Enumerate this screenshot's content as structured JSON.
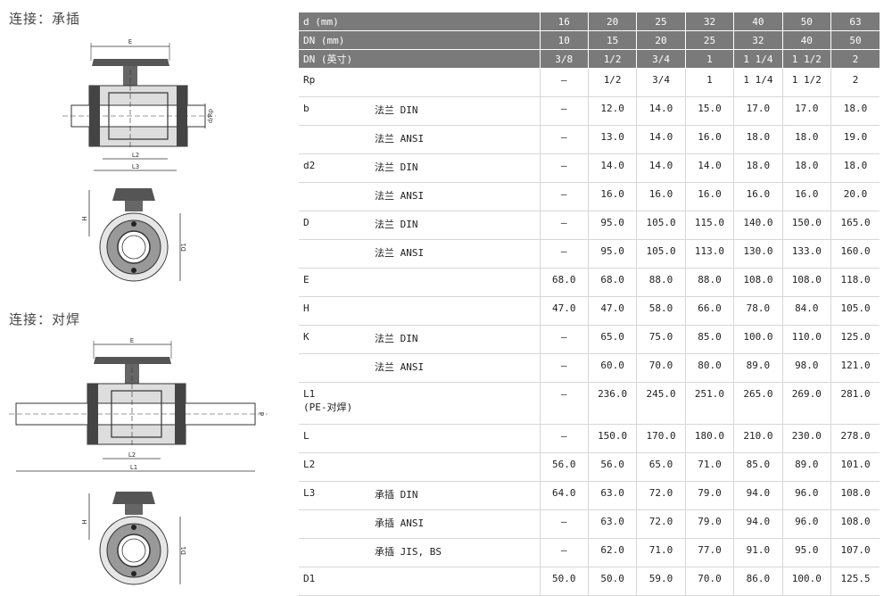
{
  "sections": {
    "socket_title": "连接：承插",
    "butt_title": "连接：对焊"
  },
  "drawing_labels": {
    "e": "E",
    "l2": "L2",
    "l3": "L3",
    "l1": "L1",
    "d_rp": "d/Rp",
    "d": "d",
    "h": "H",
    "d1": "D1"
  },
  "table": {
    "header_rows": [
      {
        "label": "d (mm)",
        "values": [
          "16",
          "20",
          "25",
          "32",
          "40",
          "50",
          "63"
        ]
      },
      {
        "label": "DN (mm)",
        "values": [
          "10",
          "15",
          "20",
          "25",
          "32",
          "40",
          "50"
        ]
      },
      {
        "label": "DN (英寸)",
        "values": [
          "3/8",
          "1/2",
          "3/4",
          "1",
          "1 1/4",
          "1 1/2",
          "2"
        ]
      }
    ],
    "rows": [
      {
        "label": "Rp",
        "sub": "",
        "values": [
          "–",
          "1/2",
          "3/4",
          "1",
          "1 1/4",
          "1 1/2",
          "2"
        ]
      },
      {
        "label": "b",
        "sub": "法兰 DIN",
        "values": [
          "–",
          "12.0",
          "14.0",
          "15.0",
          "17.0",
          "17.0",
          "18.0"
        ]
      },
      {
        "label": "",
        "sub": "法兰 ANSI",
        "values": [
          "–",
          "13.0",
          "14.0",
          "16.0",
          "18.0",
          "18.0",
          "19.0"
        ]
      },
      {
        "label": "d2",
        "sub": "法兰 DIN",
        "values": [
          "–",
          "14.0",
          "14.0",
          "14.0",
          "18.0",
          "18.0",
          "18.0"
        ]
      },
      {
        "label": "",
        "sub": "法兰 ANSI",
        "values": [
          "–",
          "16.0",
          "16.0",
          "16.0",
          "16.0",
          "16.0",
          "20.0"
        ]
      },
      {
        "label": "D",
        "sub": "法兰 DIN",
        "values": [
          "–",
          "95.0",
          "105.0",
          "115.0",
          "140.0",
          "150.0",
          "165.0"
        ]
      },
      {
        "label": "",
        "sub": "法兰 ANSI",
        "values": [
          "–",
          "95.0",
          "105.0",
          "113.0",
          "130.0",
          "133.0",
          "160.0"
        ]
      },
      {
        "label": "E",
        "sub": "",
        "values": [
          "68.0",
          "68.0",
          "88.0",
          "88.0",
          "108.0",
          "108.0",
          "118.0"
        ]
      },
      {
        "label": "H",
        "sub": "",
        "values": [
          "47.0",
          "47.0",
          "58.0",
          "66.0",
          "78.0",
          "84.0",
          "105.0"
        ]
      },
      {
        "label": "K",
        "sub": "法兰 DIN",
        "values": [
          "–",
          "65.0",
          "75.0",
          "85.0",
          "100.0",
          "110.0",
          "125.0"
        ]
      },
      {
        "label": "",
        "sub": "法兰 ANSI",
        "values": [
          "–",
          "60.0",
          "70.0",
          "80.0",
          "89.0",
          "98.0",
          "121.0"
        ]
      },
      {
        "label": "L1",
        "label2": "(PE-对焊)",
        "sub": "",
        "values": [
          "–",
          "236.0",
          "245.0",
          "251.0",
          "265.0",
          "269.0",
          "281.0"
        ]
      },
      {
        "label": "L",
        "sub": "",
        "values": [
          "–",
          "150.0",
          "170.0",
          "180.0",
          "210.0",
          "230.0",
          "278.0"
        ]
      },
      {
        "label": "L2",
        "sub": "",
        "values": [
          "56.0",
          "56.0",
          "65.0",
          "71.0",
          "85.0",
          "89.0",
          "101.0"
        ]
      },
      {
        "label": "L3",
        "sub": "承插 DIN",
        "values": [
          "64.0",
          "63.0",
          "72.0",
          "79.0",
          "94.0",
          "96.0",
          "108.0"
        ]
      },
      {
        "label": "",
        "sub": "承插 ANSI",
        "values": [
          "–",
          "63.0",
          "72.0",
          "79.0",
          "94.0",
          "96.0",
          "108.0"
        ]
      },
      {
        "label": "",
        "sub": "承插 JIS, BS",
        "values": [
          "–",
          "62.0",
          "71.0",
          "77.0",
          "91.0",
          "95.0",
          "107.0"
        ]
      },
      {
        "label": "D1",
        "sub": "",
        "values": [
          "50.0",
          "50.0",
          "59.0",
          "70.0",
          "86.0",
          "100.0",
          "125.5"
        ]
      }
    ]
  }
}
